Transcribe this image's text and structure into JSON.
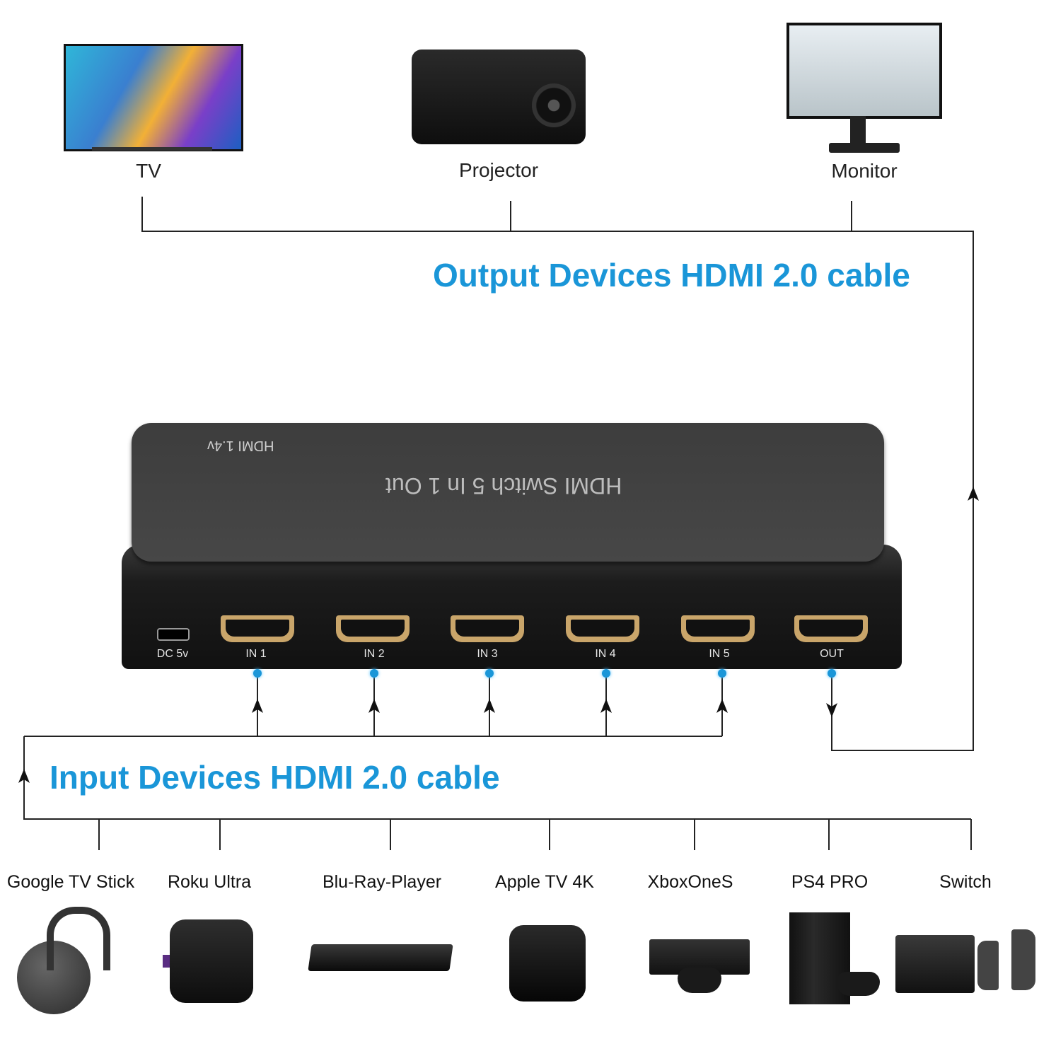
{
  "output_devices": [
    {
      "label": "TV",
      "icon": "tv-icon"
    },
    {
      "label": "Projector",
      "icon": "projector-icon"
    },
    {
      "label": "Monitor",
      "icon": "monitor-icon"
    }
  ],
  "output_title": "Output Devices HDMI 2.0 cable",
  "input_title": "Input Devices HDMI 2.0 cable",
  "switch": {
    "model_text": "HDMI Switch 5 In 1 Out",
    "version_text": "HDMI 1.4v",
    "power_port": "DC 5v",
    "ports": [
      "IN 1",
      "IN 2",
      "IN 3",
      "IN 4",
      "IN 5",
      "OUT"
    ]
  },
  "input_devices": [
    {
      "label": "Google TV Stick",
      "icon": "chromecast-icon"
    },
    {
      "label": "Roku Ultra",
      "icon": "roku-icon"
    },
    {
      "label": "Blu-Ray-Player",
      "icon": "bluray-player-icon"
    },
    {
      "label": "Apple TV 4K",
      "icon": "apple-tv-icon"
    },
    {
      "label": "XboxOneS",
      "icon": "xbox-icon"
    },
    {
      "label": "PS4 PRO",
      "icon": "ps4-icon"
    },
    {
      "label": "Switch",
      "icon": "nintendo-switch-icon"
    }
  ],
  "colors": {
    "accent": "#1a96d8",
    "lines": "#222222",
    "device_body": "#2b2b2b"
  }
}
